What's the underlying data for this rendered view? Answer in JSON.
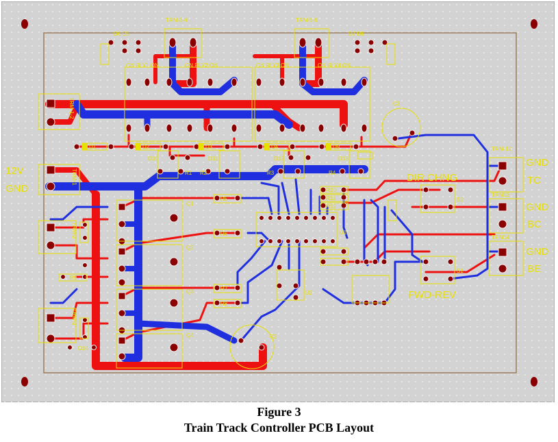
{
  "caption": {
    "figure": "Figure 3",
    "title": "Train Track Controller PCB Layout"
  },
  "colors": {
    "board": "#d3d3d3",
    "top_copper": "#ee1111",
    "bottom_copper": "#1f2fe0",
    "silkscreen": "#e8e000",
    "pad": "#8a0000"
  },
  "labels": {
    "trm34": "TRM-3-4",
    "trm56": "TRM-5-6",
    "d6d5": "D6 D5",
    "d7d8": "D7 D8",
    "rly1": "ON RLY1 ON",
    "rly2": "ON RLY2 ON",
    "rly3": "ON RLY3 ON",
    "rly4": "ON RLY4 ON",
    "trm12": "TRM-1-2",
    "trm1": "TRM-1",
    "trm2": "TRM-2",
    "trm3": "TRM-3",
    "trm12r": "TRM-12",
    "trm13": "TRM13",
    "trm14": "TRM14",
    "v12": "12V",
    "gnd": "GND",
    "gnd_r1": "GND",
    "gnd_r2": "GND",
    "gnd_r3": "GND",
    "tc": "TC",
    "bc": "BC",
    "be": "BE",
    "dir_chng": "DIR CHNG",
    "fwd_rev": "FWD-REV",
    "s2": "S2",
    "s1": "S1",
    "c3": "C3",
    "c2": "C2",
    "u1": "U1",
    "u2": "U2",
    "q1": "Q1",
    "q2": "Q2",
    "q3": "Q3",
    "q4": "Q4",
    "r1": "R1",
    "r2": "R2",
    "r3": "R3",
    "r4": "R4",
    "r5": "R5",
    "r6": "R6",
    "r7": "R7",
    "r8": "R8",
    "r9": "R9",
    "r10": "R10",
    "r11": "R11",
    "r12": "R12",
    "d1": "D1",
    "d2": "D2",
    "d3": "D3",
    "d4": "D4",
    "d9": "D9",
    "d10": "D10",
    "d11": "D11",
    "d12": "D12",
    "d13": "D13",
    "d14": "D14"
  }
}
